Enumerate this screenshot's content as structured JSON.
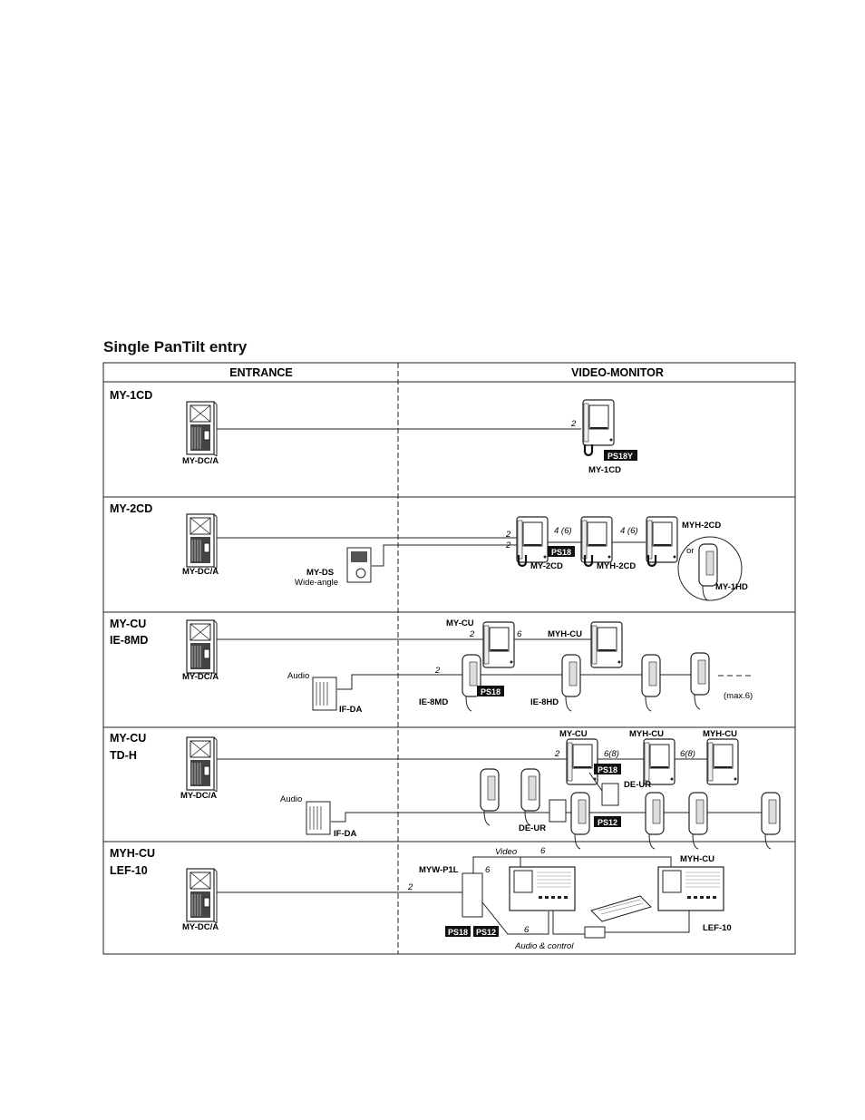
{
  "title": "Single PanTilt entry",
  "headers": {
    "entrance": "ENTRANCE",
    "video_monitor": "VIDEO-MONITOR"
  },
  "rows": [
    {
      "system": [
        "MY-1CD"
      ],
      "entrance_unit": "MY-DC/A",
      "labels": {
        "monitor": "MY-1CD",
        "wire": "2",
        "ps": "PS18Y"
      }
    },
    {
      "system": [
        "MY-2CD"
      ],
      "entrance_unit": "MY-DC/A",
      "labels": {
        "ds": "MY-DS",
        "ds_note": "Wide-angle",
        "wire_a": "2",
        "wire_b": "2",
        "wire_c": "4 (6)",
        "wire_d": "4 (6)",
        "ps": "PS18",
        "mon1": "MY-2CD",
        "mon2": "MYH-2CD",
        "mon3": "MYH-2CD",
        "or": "or",
        "hd": "MY-1HD"
      }
    },
    {
      "system": [
        "MY-CU",
        "IE-8MD"
      ],
      "entrance_unit": "MY-DC/A",
      "labels": {
        "audio": "Audio",
        "ifda": "IF-DA",
        "mycu": "MY-CU",
        "myhcu": "MYH-CU",
        "wire_a": "2",
        "wire_b": "6",
        "wire_c": "2",
        "ps": "PS18",
        "ie8md": "IE-8MD",
        "ie8hd": "IE-8HD",
        "max": "(max.6)"
      }
    },
    {
      "system": [
        "MY-CU",
        "TD-H"
      ],
      "entrance_unit": "MY-DC/A",
      "labels": {
        "audio": "Audio",
        "ifda": "IF-DA",
        "mycu": "MY-CU",
        "myhcu1": "MYH-CU",
        "myhcu2": "MYH-CU",
        "wire_a": "2",
        "wire_b": "6(8)",
        "wire_c": "6(8)",
        "ps18": "PS18",
        "ps12": "PS12",
        "deur1": "DE-UR",
        "deur2": "DE-UR"
      }
    },
    {
      "system": [
        "MYH-CU",
        "LEF-10"
      ],
      "entrance_unit": "MY-DC/A",
      "labels": {
        "mywp1l": "MYW-P1L",
        "video": "Video",
        "wire_a": "2",
        "wire_b": "6",
        "wire_c": "6",
        "wire_d": "6",
        "ps18": "PS18",
        "ps12": "PS12",
        "myhcu": "MYH-CU",
        "lef10": "LEF-10",
        "audio_control": "Audio & control"
      }
    }
  ]
}
